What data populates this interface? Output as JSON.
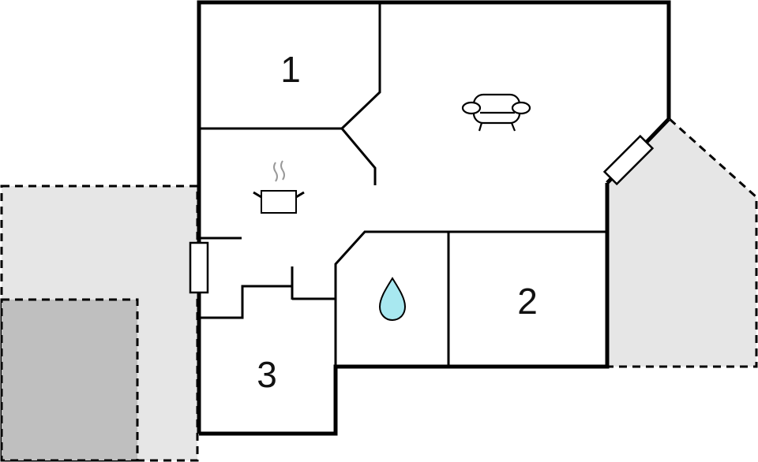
{
  "diagram": {
    "type": "floor-plan",
    "colors": {
      "background": "#ffffff",
      "wall": "#000000",
      "outdoor_area": "#e6e6e6",
      "outdoor_area_dark": "#bfbfbf",
      "water_drop": "#a8e8f0",
      "steam": "#999999"
    },
    "rooms": [
      {
        "id": "bedroom-1",
        "label": "1"
      },
      {
        "id": "bedroom-2",
        "label": "2"
      },
      {
        "id": "bedroom-3",
        "label": "3"
      },
      {
        "id": "living-room",
        "icon": "sofa-icon"
      },
      {
        "id": "kitchen",
        "icon": "cooking-pot-icon"
      },
      {
        "id": "bathroom",
        "icon": "water-drop-icon"
      }
    ],
    "outdoor_areas": [
      {
        "id": "terrace-left",
        "style": "dashed"
      },
      {
        "id": "parking-left",
        "style": "dashed"
      },
      {
        "id": "terrace-right",
        "style": "dashed"
      }
    ],
    "doors": [
      {
        "id": "entrance-door-left"
      },
      {
        "id": "terrace-door-right"
      }
    ]
  }
}
